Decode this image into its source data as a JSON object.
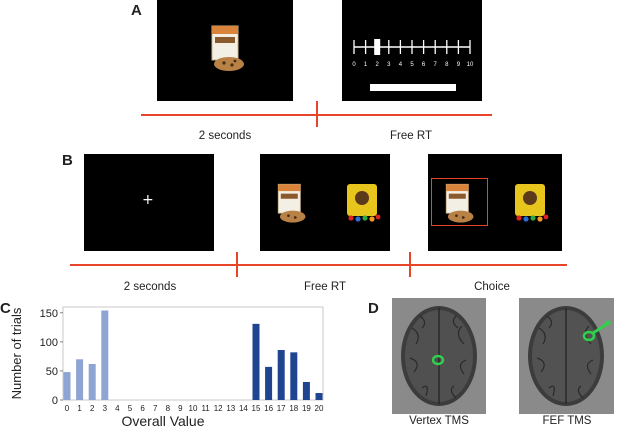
{
  "panel_a": {
    "letter": "A",
    "scale_ticks": [
      "0",
      "1",
      "2",
      "3",
      "4",
      "5",
      "6",
      "7",
      "8",
      "9",
      "10"
    ],
    "selected_tick": 2,
    "captions": [
      "2 seconds",
      "Free RT"
    ]
  },
  "panel_b": {
    "letter": "B",
    "fixation": "+",
    "captions": [
      "2 seconds",
      "Free RT",
      "Choice"
    ]
  },
  "panel_c": {
    "letter": "C",
    "chart_data": {
      "type": "bar",
      "xlabel": "Overall Value",
      "ylabel": "Number of trials",
      "ylim": [
        0,
        160
      ],
      "yticks": [
        0,
        50,
        100,
        150
      ],
      "categories": [
        "0",
        "1",
        "2",
        "3",
        "4",
        "5",
        "6",
        "7",
        "8",
        "9",
        "10",
        "11",
        "12",
        "13",
        "14",
        "15",
        "16",
        "17",
        "18",
        "19",
        "20"
      ],
      "values": [
        48,
        70,
        62,
        154,
        0,
        0,
        0,
        0,
        0,
        0,
        0,
        0,
        0,
        0,
        0,
        131,
        57,
        86,
        82,
        31,
        12
      ],
      "colors": {
        "low": "#8ea4d2",
        "high": "#1f4591"
      },
      "grid": false,
      "legend": "none"
    }
  },
  "panel_d": {
    "letter": "D",
    "labels": [
      "Vertex TMS",
      "FEF TMS"
    ]
  },
  "colors": {
    "accent": "#e8442a",
    "stim_green": "#2fd14a"
  }
}
